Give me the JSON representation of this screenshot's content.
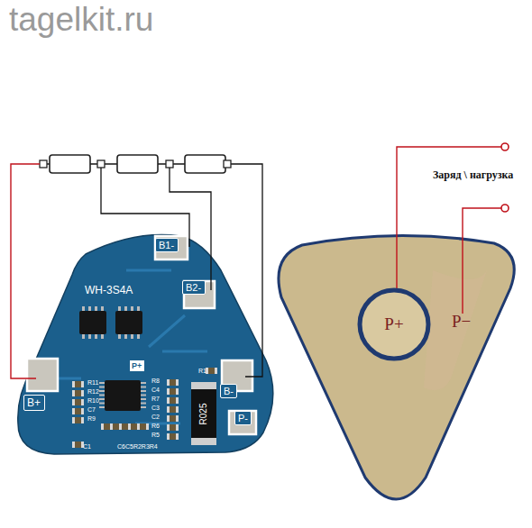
{
  "diagram": {
    "nodes": [
      {
        "text": [
          "WH-3S4A"
        ]
      },
      {
        "text": [
          "B1-"
        ],
        "in": 0
      },
      {
        "text": [
          "B2-"
        ],
        "in": 0
      },
      {
        "text": [
          "B+"
        ],
        "in": 0
      },
      {
        "text": [
          "P+"
        ],
        "in": 0
      },
      {
        "text": [
          "R025"
        ],
        "in": 0
      },
      {
        "text": [
          "B-"
        ],
        "in": 0
      },
      {
        "text": [
          "P-"
        ],
        "in": 0
      },
      {
        "text": [
          "P−"
        ]
      },
      {
        "text": [
          "P+"
        ],
        "in": 8
      }
    ],
    "labels": [
      "tagelkit.ru",
      "Заряд \\ нагрузка",
      "R11",
      "R12",
      "R10",
      "C7",
      "R9",
      "R8",
      "C4",
      "R7",
      "C3",
      "C2",
      "R6",
      "R5",
      "C1",
      "R1",
      "C6C5R2R3R4"
    ]
  }
}
